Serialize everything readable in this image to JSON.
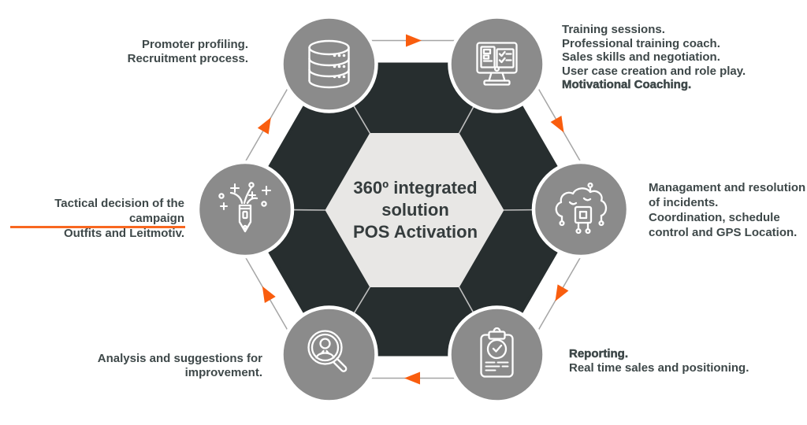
{
  "colors": {
    "accent_orange": "#F95D0E",
    "underline_orange": "#F86720",
    "hexagon_dark": "#272E2F",
    "hexagon_light": "#E8E7E5",
    "node_circle_gray": "#8B8B8B",
    "label_text": "#3E4849",
    "connector_line": "#A5A5A5"
  },
  "center": {
    "lines": [
      "360º integrated",
      "solution",
      "POS Activation"
    ]
  },
  "nodes": [
    {
      "id": "promoter",
      "icon": "database-icon",
      "lines": [
        "Promoter profiling.",
        "Recruitment process."
      ]
    },
    {
      "id": "training",
      "icon": "training-monitor-icon",
      "lines": [
        "Training sessions.",
        "Professional training coach.",
        "Sales skills and negotiation.",
        "User case creation and role play.",
        "Motivational Coaching."
      ]
    },
    {
      "id": "incidents",
      "icon": "ai-cloud-icon",
      "lines": [
        "Managament and resolution",
        "of incidents.",
        "Coordination, schedule",
        "control and GPS Location."
      ]
    },
    {
      "id": "reporting",
      "icon": "report-clipboard-icon",
      "lines": [
        "Reporting.",
        "Real time sales and positioning."
      ]
    },
    {
      "id": "analysis",
      "icon": "candidate-search-icon",
      "lines": [
        "Analysis and suggestions for",
        "improvement."
      ]
    },
    {
      "id": "tactical",
      "icon": "creative-pencil-icon",
      "lines": [
        "Tactical decision of the campaign",
        "Outfits and Leitmotiv."
      ]
    }
  ],
  "flow": {
    "direction": "clockwise",
    "arrow_count": 6
  }
}
